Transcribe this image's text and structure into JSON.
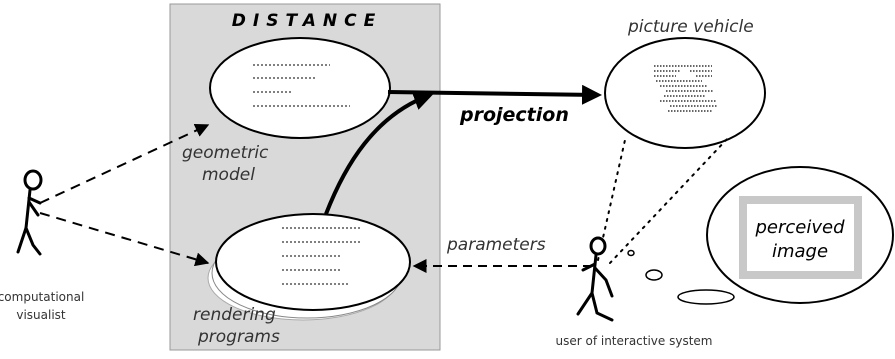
{
  "box_title": "DISTANCE",
  "labels": {
    "geometric_model": [
      "geometric",
      "model"
    ],
    "rendering_programs": [
      "rendering",
      "programs"
    ],
    "projection": "projection",
    "picture_vehicle": "picture vehicle",
    "perceived_image": [
      "perceived",
      "image"
    ],
    "parameters": "parameters",
    "computational_visualist": [
      "computational",
      "visualist"
    ],
    "user": "user of interactive system"
  },
  "colors": {
    "box_fill": "#d9d9d9",
    "ink": "#000000",
    "frame": "#c8c8c8"
  }
}
